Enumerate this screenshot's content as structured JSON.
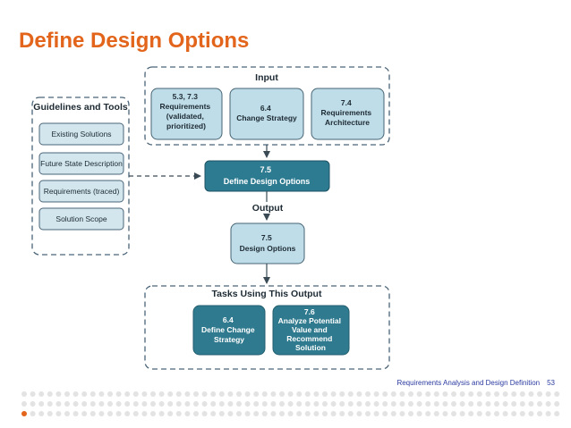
{
  "page": {
    "title": "Define Design Options",
    "footer_text": "Requirements Analysis and Design Definition",
    "page_number": "53"
  },
  "diagram": {
    "guidelines": {
      "heading": "Guidelines and Tools",
      "items": [
        "Existing Solutions",
        "Future State Description",
        "Requirements (traced)",
        "Solution Scope"
      ]
    },
    "input": {
      "heading": "Input",
      "boxes": [
        {
          "lines": [
            "5.3, 7.3",
            "Requirements",
            "(validated,",
            "prioritized)"
          ]
        },
        {
          "lines": [
            "6.4",
            "Change Strategy"
          ]
        },
        {
          "lines": [
            "7.4",
            "Requirements",
            "Architecture"
          ]
        }
      ]
    },
    "task": {
      "lines": [
        "7.5",
        "Define Design Options"
      ]
    },
    "output": {
      "heading": "Output",
      "box": {
        "lines": [
          "7.5",
          "Design Options"
        ]
      }
    },
    "tasks_using_output": {
      "heading": "Tasks Using This Output",
      "boxes": [
        {
          "lines": [
            "6.4",
            "Define Change",
            "Strategy"
          ]
        },
        {
          "lines": [
            "7.6",
            "Analyze Potential",
            "Value and",
            "Recommend",
            "Solution"
          ]
        }
      ]
    }
  },
  "colors": {
    "title": "#e2651b",
    "dark_box": "#2d7b91",
    "light_box": "#bfdde8",
    "tool_box": "#d3e6ee",
    "dots": "#e3e3e3",
    "accent_dot": "#e2651b",
    "footer_text": "#2a3aa0"
  }
}
